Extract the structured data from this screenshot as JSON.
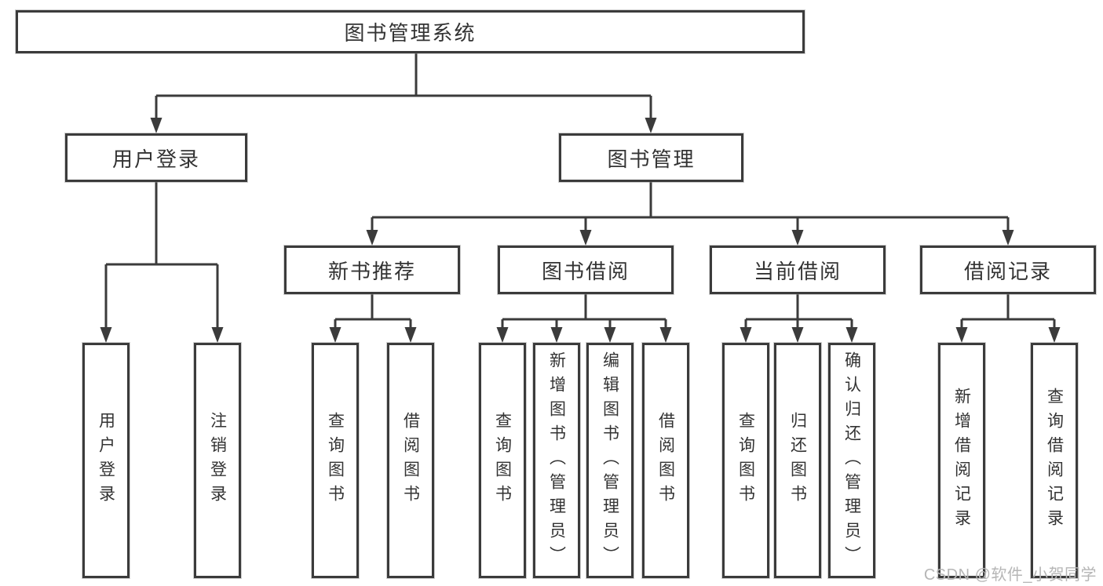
{
  "colors": {
    "background": "#ffffff",
    "line": "#3b3b3b",
    "box_border": "#3b3b3b",
    "text": "#333333",
    "watermark_text": "#b6b6b6"
  },
  "watermark": "CSDN @软件_小贺同学",
  "nodes": {
    "root": {
      "label": "图书管理系统"
    },
    "user_login": {
      "label": "用户登录"
    },
    "book_management": {
      "label": "图书管理"
    },
    "new_book_recommend": {
      "label": "新书推荐"
    },
    "book_borrow": {
      "label": "图书借阅"
    },
    "current_borrow": {
      "label": "当前借阅"
    },
    "borrow_records": {
      "label": "借阅记录"
    },
    "leaf_user_login": {
      "label": "用户登录"
    },
    "leaf_logout": {
      "label": "注销登录"
    },
    "leaf_recommend_query_book": {
      "label": "查询图书"
    },
    "leaf_recommend_borrow_book": {
      "label": "借阅图书"
    },
    "leaf_borrow_query_book": {
      "label": "查询图书"
    },
    "leaf_borrow_add_book": {
      "label": "新增图书（管理员）"
    },
    "leaf_borrow_edit_book": {
      "label": "编辑图书（管理员）"
    },
    "leaf_borrow_borrow_book": {
      "label": "借阅图书"
    },
    "leaf_current_query_book": {
      "label": "查询图书"
    },
    "leaf_current_return_book": {
      "label": "归还图书"
    },
    "leaf_current_confirm_return": {
      "label": "确认归还（管理员）"
    },
    "leaf_records_add_record": {
      "label": "新增借阅记录"
    },
    "leaf_records_query_record": {
      "label": "查询借阅记录"
    }
  },
  "hierarchy": [
    {
      "parent": "图书管理系统",
      "children": [
        "用户登录",
        "图书管理"
      ]
    },
    {
      "parent": "用户登录",
      "children": [
        "用户登录",
        "注销登录"
      ]
    },
    {
      "parent": "图书管理",
      "children": [
        "新书推荐",
        "图书借阅",
        "当前借阅",
        "借阅记录"
      ]
    },
    {
      "parent": "新书推荐",
      "children": [
        "查询图书",
        "借阅图书"
      ]
    },
    {
      "parent": "图书借阅",
      "children": [
        "查询图书",
        "新增图书（管理员）",
        "编辑图书（管理员）",
        "借阅图书"
      ]
    },
    {
      "parent": "当前借阅",
      "children": [
        "查询图书",
        "归还图书",
        "确认归还（管理员）"
      ]
    },
    {
      "parent": "借阅记录",
      "children": [
        "新增借阅记录",
        "查询借阅记录"
      ]
    }
  ]
}
